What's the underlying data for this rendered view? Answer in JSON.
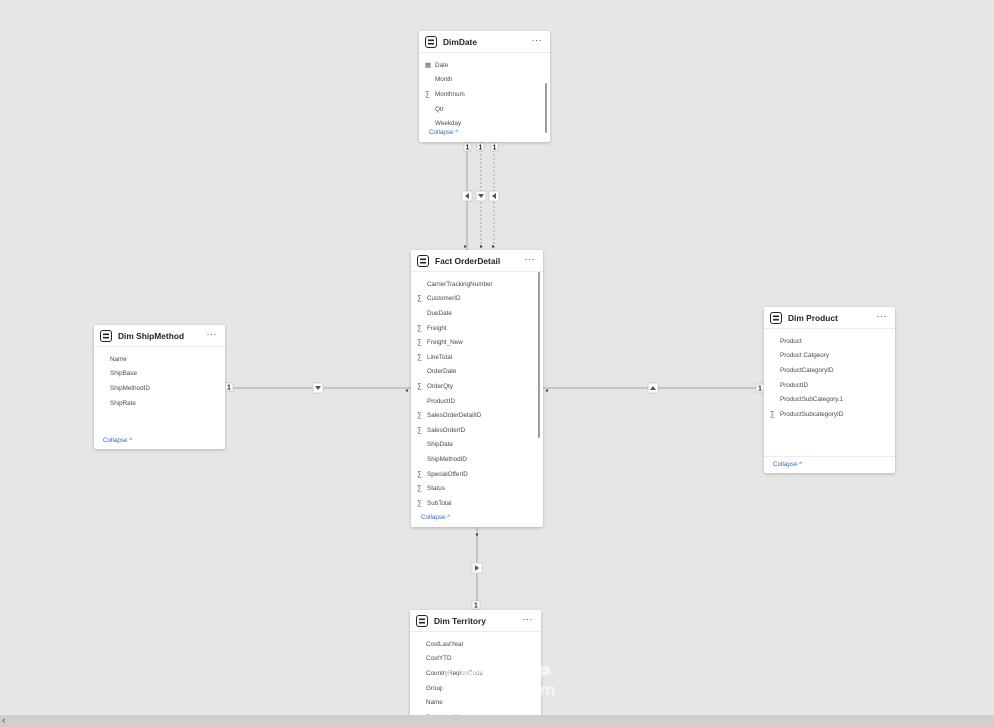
{
  "tables": {
    "dimdate": {
      "title": "DimDate",
      "more": "···",
      "collapse": "Collapse ^",
      "fields": [
        {
          "name": "Date",
          "icon": "calendar-icon"
        },
        {
          "name": "Month",
          "icon": ""
        },
        {
          "name": "Monthnum",
          "icon": "sigma-icon"
        },
        {
          "name": "Qtr",
          "icon": ""
        },
        {
          "name": "Weekday",
          "icon": ""
        }
      ]
    },
    "fact_orderdetail": {
      "title": "Fact OrderDetail",
      "more": "···",
      "collapse": "Collapse ^",
      "fields": [
        {
          "name": "CarrierTrackingNumber",
          "icon": ""
        },
        {
          "name": "CustomerID",
          "icon": "sigma-icon"
        },
        {
          "name": "DueDate",
          "icon": ""
        },
        {
          "name": "Freight",
          "icon": "sigma-icon"
        },
        {
          "name": "Freight_New",
          "icon": "sigma-icon"
        },
        {
          "name": "LineTotal",
          "icon": "sigma-icon"
        },
        {
          "name": "OrderDate",
          "icon": ""
        },
        {
          "name": "OrderQty",
          "icon": "sigma-icon"
        },
        {
          "name": "ProductID",
          "icon": ""
        },
        {
          "name": "SalesOrderDetailID",
          "icon": "sigma-icon"
        },
        {
          "name": "SalesOrderID",
          "icon": "sigma-icon"
        },
        {
          "name": "ShipDate",
          "icon": ""
        },
        {
          "name": "ShipMethodID",
          "icon": ""
        },
        {
          "name": "SpecialOfferID",
          "icon": "sigma-icon"
        },
        {
          "name": "Status",
          "icon": "sigma-icon"
        },
        {
          "name": "SubTotal",
          "icon": "sigma-icon"
        }
      ]
    },
    "dim_shipmethod": {
      "title": "Dim ShipMethod",
      "more": "···",
      "collapse": "Collapse ^",
      "fields": [
        {
          "name": "Name",
          "icon": ""
        },
        {
          "name": "ShipBase",
          "icon": ""
        },
        {
          "name": "ShipMethodID",
          "icon": ""
        },
        {
          "name": "ShipRate",
          "icon": ""
        }
      ]
    },
    "dim_product": {
      "title": "Dim Product",
      "more": "···",
      "collapse": "Collapse ^",
      "fields": [
        {
          "name": "Product",
          "icon": ""
        },
        {
          "name": "Product Catgeory",
          "icon": ""
        },
        {
          "name": "ProductCategoryID",
          "icon": ""
        },
        {
          "name": "ProductID",
          "icon": ""
        },
        {
          "name": "ProductSubCategory.1",
          "icon": ""
        },
        {
          "name": "ProductSubcategoryID",
          "icon": "sigma-icon"
        }
      ]
    },
    "dim_territory": {
      "title": "Dim Territory",
      "more": "···",
      "fields": [
        {
          "name": "CostLastYear",
          "icon": ""
        },
        {
          "name": "CostYTD",
          "icon": ""
        },
        {
          "name": "CountryRegionCode",
          "icon": ""
        },
        {
          "name": "Group",
          "icon": ""
        },
        {
          "name": "Name",
          "icon": ""
        },
        {
          "name": "SalesLastYear",
          "icon": ""
        }
      ]
    }
  },
  "relationships": {
    "one": "1",
    "many": "*"
  },
  "watermark": {
    "arabic": "مستقل",
    "latin": "mostaql.com"
  },
  "scroll": {
    "left_arrow": "‹"
  }
}
